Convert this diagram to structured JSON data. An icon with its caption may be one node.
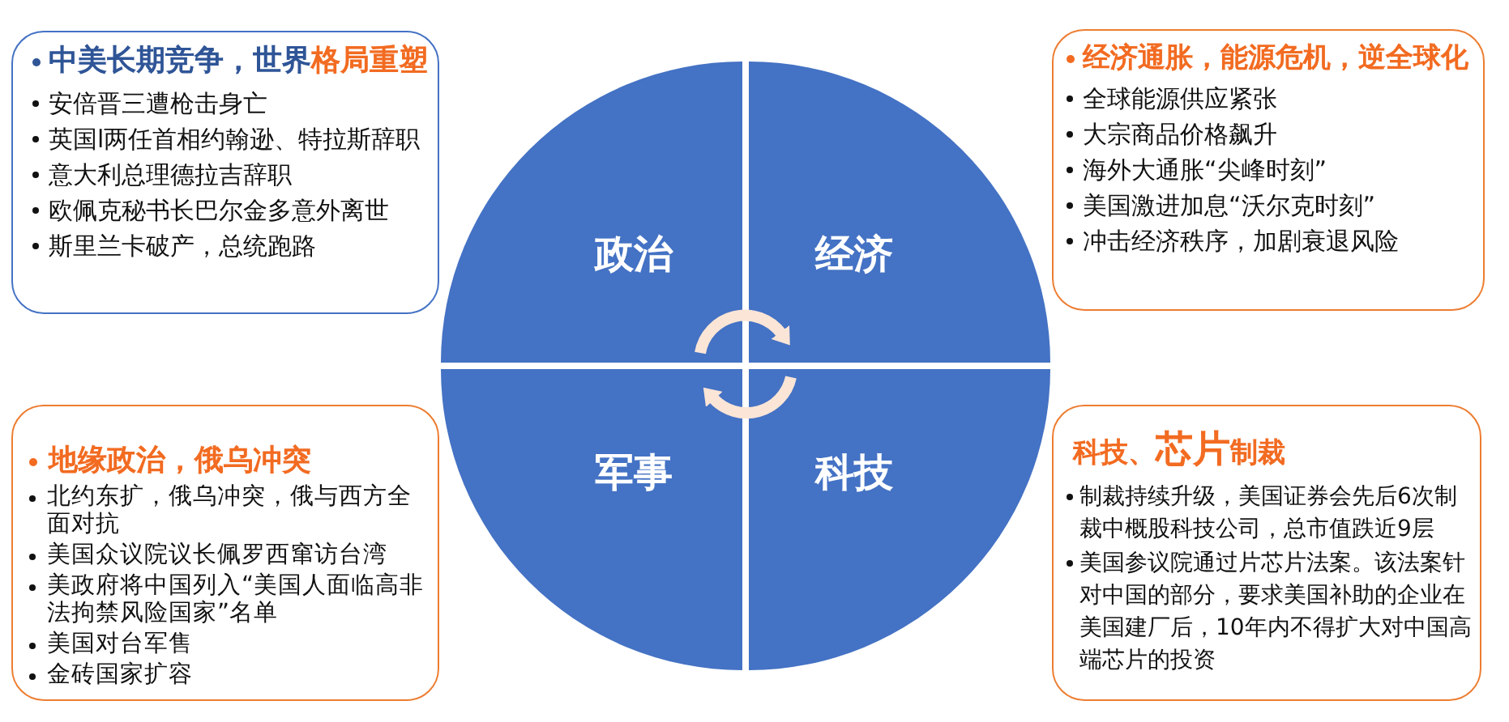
{
  "diagram": {
    "nodes": [
      {
        "text": [
          "中美长期竞争，世界**格局重塑**",
          "安倍晋三遭枪击身亡",
          "英国l两任首相约翰逊、特拉斯辞职",
          "意大利总理德拉吉辞职",
          "欧佩克秘书长巴尔金多意外离世",
          "斯里兰卡破产，总统跑路"
        ]
      },
      {
        "text": [
          "经济通胀，能源危机，逆全球化",
          "全球能源供应紧张",
          "大宗商品价格飙升",
          "海外大通胀“尖峰时刻”",
          "美国激进加息“沃尔克时刻”",
          "冲击经济秩序，加剧衰退风险"
        ]
      },
      {
        "text": [
          "政治"
        ]
      },
      {
        "text": [
          "经济"
        ]
      },
      {
        "text": [
          "军事"
        ]
      },
      {
        "text": [
          "科技"
        ]
      },
      {
        "text": [
          "地缘政治，俄乌冲突",
          "北约东扩，俄乌冲突，俄与西方全面对抗",
          "美国众议院议长佩罗西窜访台湾",
          "美政府将中国列入“美国人面临高非法拘禁风险国家”名单",
          "美国对台军售",
          "金砖国家扩容"
        ]
      },
      {
        "text": [
          "科技、**芯片**制裁",
          "制裁持续升级，美国证券会先后6次制裁中概股科技公司，总市值跌近9层",
          "美国参议院通过片芯片法案。该法案针对中国的部分，要求美国补助的企业在美国建厂后，10年内不得扩大对中国高端芯片的投资"
        ]
      }
    ],
    "edges": [
      {
        "from": 2,
        "to": 3,
        "arrow": "to"
      },
      {
        "from": 5,
        "to": 4,
        "arrow": "to"
      }
    ]
  }
}
